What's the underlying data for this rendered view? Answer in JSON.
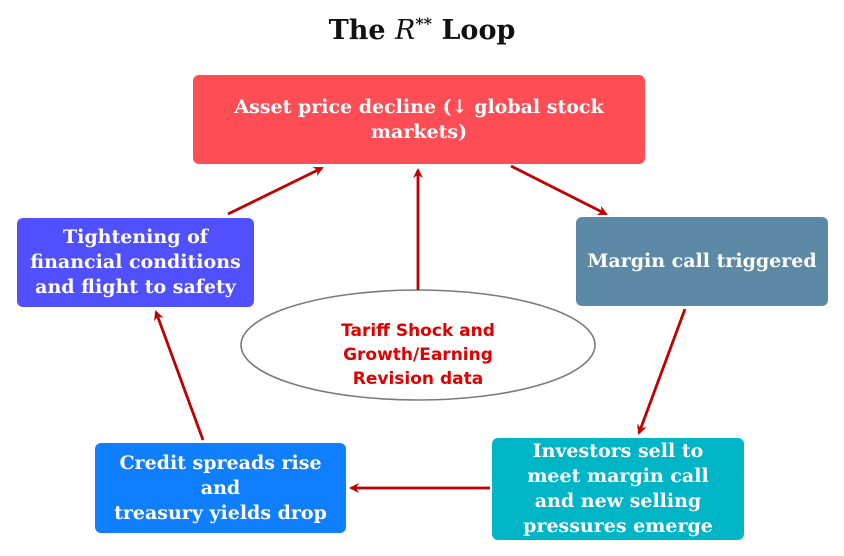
{
  "title": {
    "prefix": "The ",
    "symbol": "R",
    "superscript": "**",
    "suffix": " Loop"
  },
  "nodes": {
    "top": "Asset price decline (↓ global stock markets)",
    "right": "Margin call triggered",
    "bottom_right": "Investors sell to\nmeet margin call\nand new selling\npressures emerge",
    "bottom_left": "Credit spreads rise and\ntreasury yields drop",
    "left": "Tightening of\nfinancial conditions\nand flight to safety",
    "center": "Tariff Shock and\nGrowth/Earning\nRevision data"
  },
  "colors": {
    "top": "#ff4d55",
    "right": "#5b89a6",
    "bottom_right": "#00b5c6",
    "bottom_left": "#0f7fff",
    "left": "#5050ff",
    "arrow": "#c00000",
    "center_text": "#e00000",
    "ellipse_stroke": "#7a7a7a"
  }
}
